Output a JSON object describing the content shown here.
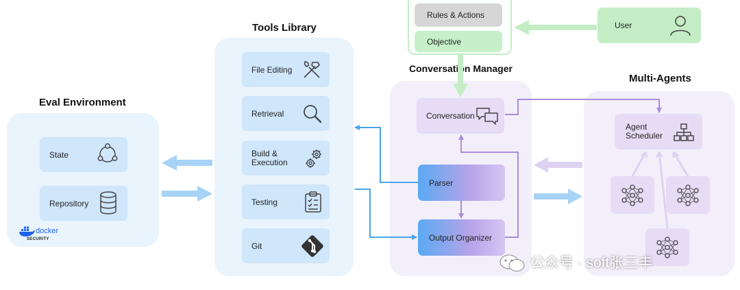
{
  "sections": {
    "tools_library": "Tools Library",
    "conversation_manager": "Conversation Manager",
    "multi_agents": "Multi-Agents",
    "eval_environment": "Eval Environment"
  },
  "prompt_box": {
    "rules": "Rules & Actions",
    "objective": "Objective"
  },
  "user": "User",
  "tools": {
    "file_editing": "File Editing",
    "retrieval": "Retrieval",
    "build_line1": "Build &",
    "build_line2": "Execution",
    "testing": "Testing",
    "git": "Git"
  },
  "conversation": {
    "conversation": "Conversation",
    "parser": "Parser",
    "output_organizer": "Output Organizer"
  },
  "agents": {
    "scheduler_line1": "Agent",
    "scheduler_line2": "Scheduler"
  },
  "eval": {
    "state": "State",
    "repository": "Repository"
  },
  "docker": {
    "name": "docker",
    "sub": "SECURITY"
  },
  "watermark": "公众号 · soft张三丰",
  "colors": {
    "blue_arrow": "#8fc8f5",
    "purple_arrow": "#b9a3e0",
    "green_arrow": "#bdeac0"
  }
}
